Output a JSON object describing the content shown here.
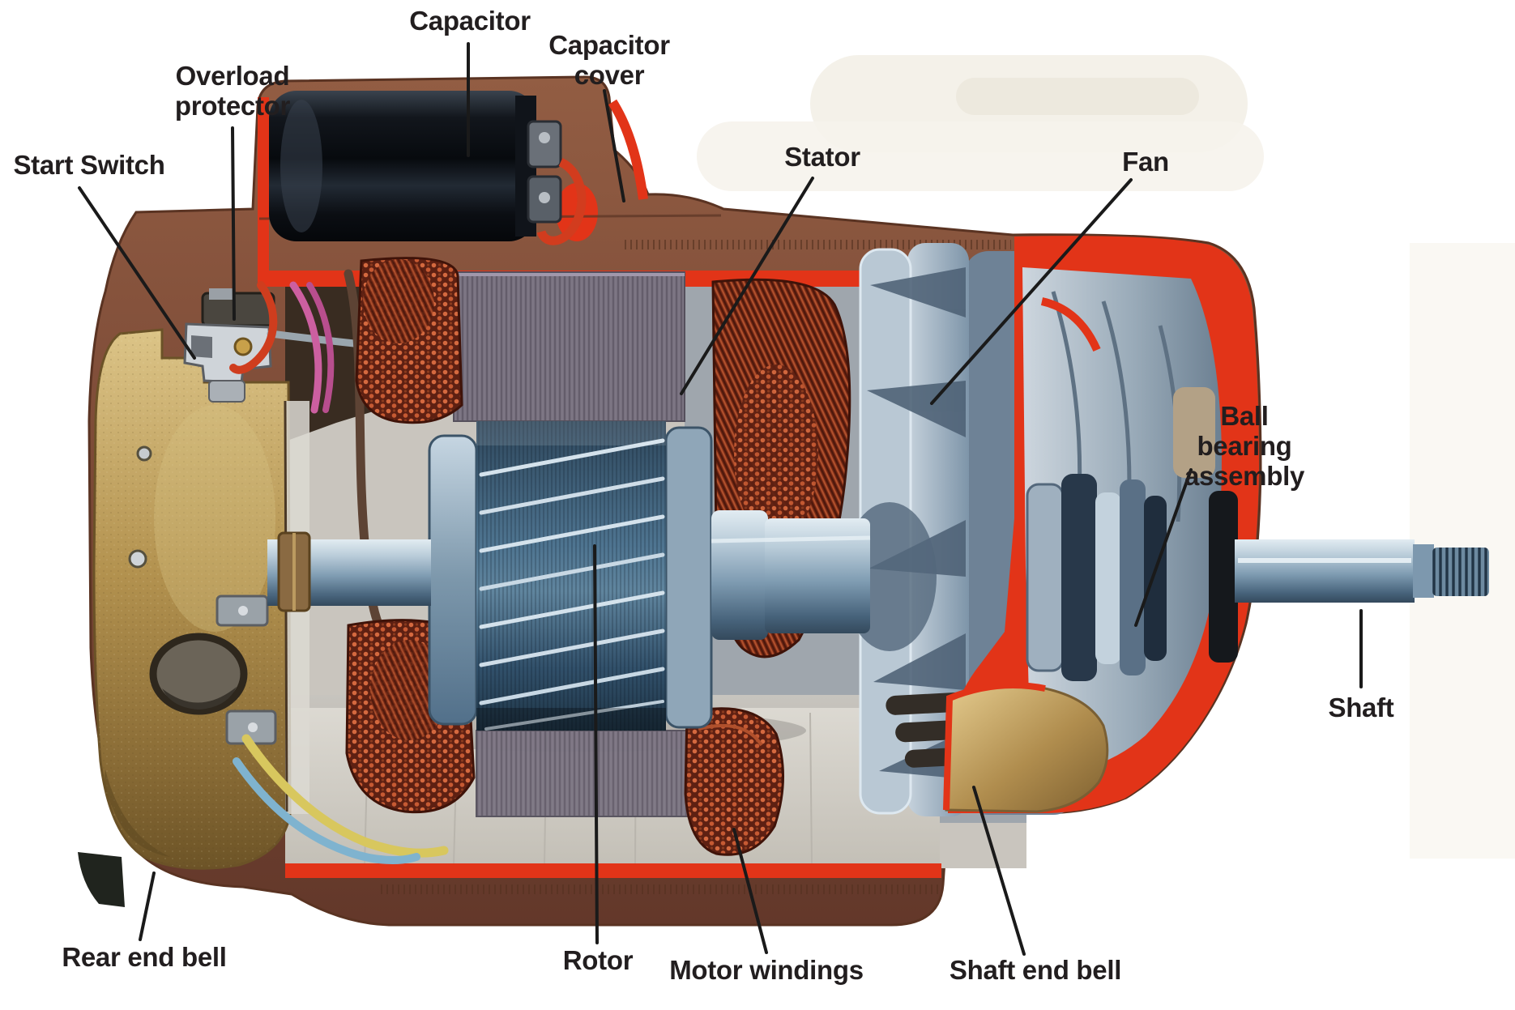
{
  "diagram": {
    "type": "labeled-cutaway-illustration",
    "subject": "Single-phase electric motor cutaway (side section view)"
  },
  "labels": {
    "capacitor": "Capacitor",
    "capacitor_cover": "Capacitor cover",
    "overload_protector": "Overload protector",
    "start_switch": "Start Switch",
    "stator": "Stator",
    "fan": "Fan",
    "ball_bearing_assembly": "Ball bearing assembly",
    "shaft": "Shaft",
    "rear_end_bell": "Rear end bell",
    "rotor": "Rotor",
    "motor_windings": "Motor windings",
    "shaft_end_bell": "Shaft end bell"
  },
  "colors": {
    "label_text": "#221e1f",
    "leader_line": "#1a1a1a",
    "shell_brown": "#7a4936",
    "lining_red": "#e23418",
    "bell_gold": "#b3924f",
    "capacitor_black": "#0d1015",
    "rotor_steel": "#41607c",
    "stator_gray": "#77707e",
    "winding_copper": "#5e2012",
    "fan_steel": "#93a6b8",
    "shaft_steel": "#9fb6c8",
    "background": "#ffffff"
  }
}
